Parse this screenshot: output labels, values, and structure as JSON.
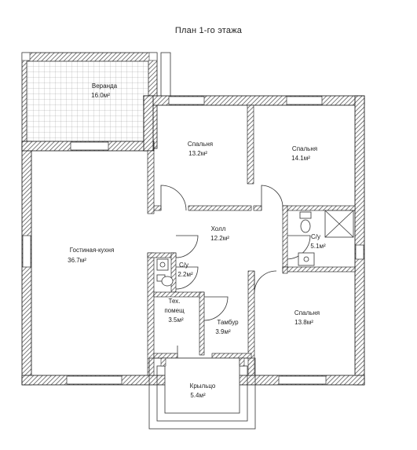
{
  "title": "План 1-го этажа",
  "rooms": {
    "veranda": {
      "name": "Веранда",
      "area": "16.0м²"
    },
    "bedroom1": {
      "name": "Спальня",
      "area": "13.2м²"
    },
    "bedroom2": {
      "name": "Спальня",
      "area": "14.1м²"
    },
    "hall": {
      "name": "Холл",
      "area": "12.2м²"
    },
    "living": {
      "name": "Гостиная-кухня",
      "area": "36.7м²"
    },
    "bath1": {
      "name": "С/у",
      "area": "5.1м²"
    },
    "bath2": {
      "name": "С/у",
      "area": "2.2м²"
    },
    "tech": {
      "name1": "Тех.",
      "name2": "помещ",
      "area": "3.5м²"
    },
    "vestibule": {
      "name": "Тамбур",
      "area": "3.9м²"
    },
    "bedroom3": {
      "name": "Спальня",
      "area": "13.8м²"
    },
    "porch": {
      "name": "Крыльцо",
      "area": "5.4м²"
    }
  },
  "colors": {
    "wall": "#1a1a1a",
    "hatch": "#555555",
    "line": "#333333"
  }
}
